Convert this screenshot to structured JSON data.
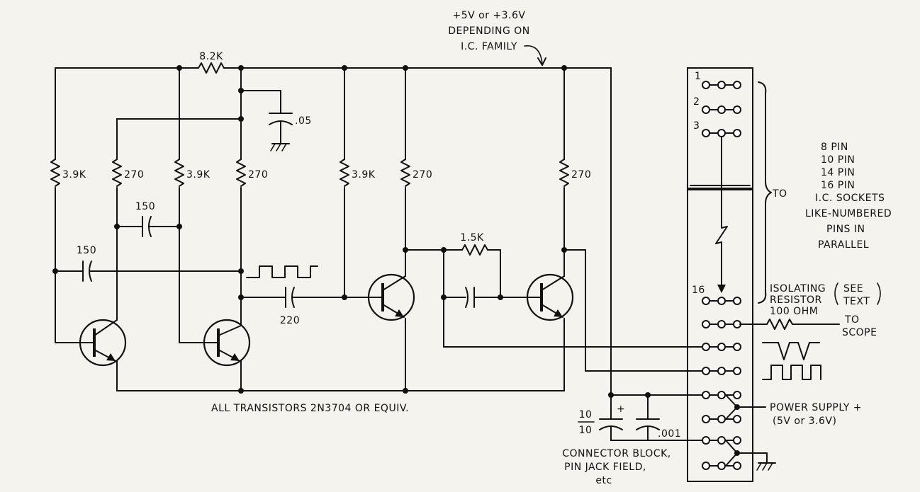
{
  "supply": {
    "line1": "+5V or +3.6V",
    "line2": "DEPENDING ON",
    "line3": "I.C. FAMILY"
  },
  "components": {
    "r_top": "8.2K",
    "r1": "3.9K",
    "r2": "270",
    "r3": "3.9K",
    "r4": "270",
    "r5": "3.9K",
    "r6": "270",
    "r7": "270",
    "r_fb": "1.5K",
    "c_bypass": ".05",
    "c1": "150",
    "c2": "150",
    "c_couple": "220",
    "c_elec_top": "10",
    "c_elec_bottom": "10",
    "c_elec_polarity": "+",
    "c_small": ".001"
  },
  "sockets": {
    "pin1": "1",
    "pin2": "2",
    "pin3": "3",
    "pin16": "16",
    "types": [
      "8 PIN",
      "10 PIN",
      "14 PIN",
      "16 PIN"
    ],
    "to": "TO",
    "desc": [
      "I.C. SOCKETS",
      "LIKE-NUMBERED",
      "PINS IN",
      "PARALLEL"
    ]
  },
  "isolating": {
    "line1": "ISOLATING",
    "line2": "RESISTOR",
    "note1": "SEE",
    "note2": "TEXT",
    "value": "100 OHM",
    "to1": "TO",
    "to2": "SCOPE"
  },
  "power": {
    "line1": "POWER SUPPLY +",
    "line2": "(5V or 3.6V)"
  },
  "connector": {
    "line1": "CONNECTOR BLOCK,",
    "line2": "PIN JACK FIELD,",
    "line3": "etc"
  },
  "transistors_note": "ALL TRANSISTORS 2N3704 OR EQUIV."
}
